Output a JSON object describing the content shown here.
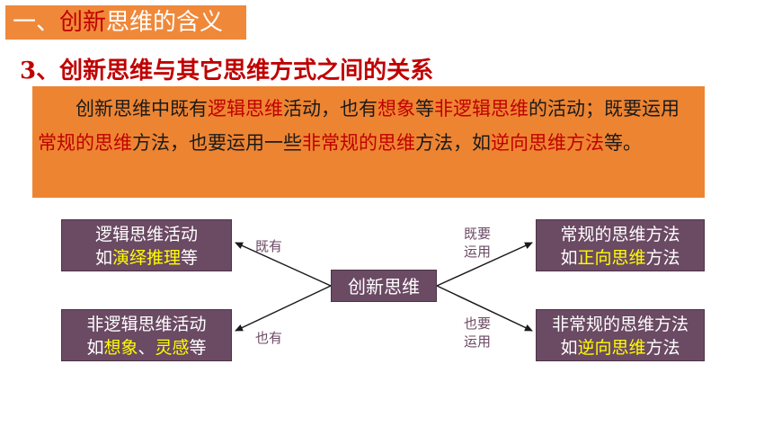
{
  "header": {
    "title_prefix": "一、",
    "title_red": "创新",
    "title_suffix": "思维的含义"
  },
  "subtitle": "3、创新思维与其它思维方式之间的关系",
  "intro": {
    "p1": "创新思维中既有",
    "h1": "逻辑思维",
    "p2": "活动，也有",
    "h2": "想象",
    "p3": "等",
    "h3": "非逻辑思维",
    "p4": "的活动；既要运用",
    "h4": "常规的思维",
    "p5": "方法，也要运用一些",
    "h5": "非常规的思维",
    "p6": "方法，如",
    "h6": "逆向思维方法",
    "p7": "等。"
  },
  "diagram": {
    "center": "创新思维",
    "top_left": {
      "line1": "逻辑思维活动",
      "pre": "如",
      "hl": "演绎推理",
      "post": "等"
    },
    "bottom_left": {
      "line1": "非逻辑思维活动",
      "pre": "如",
      "hl1": "想象",
      "sep": "、",
      "hl2": "灵感",
      "post": "等"
    },
    "top_right": {
      "line1": "常规的思维方法",
      "pre": "如",
      "hl": "正向思维",
      "post": "方法"
    },
    "bottom_right": {
      "line1": "非常规的思维方法",
      "pre": "如",
      "hl": "逆向思维",
      "post": "方法"
    },
    "labels": {
      "top_left": "既有",
      "bottom_left": "也有",
      "top_right_1": "既要",
      "top_right_2": "运用",
      "bottom_right_1": "也要",
      "bottom_right_2": "运用"
    }
  },
  "colors": {
    "accent_orange": "#ed8432",
    "highlight_red": "#c00000",
    "node_purple": "#6b4a63",
    "highlight_yellow": "#ffff00"
  }
}
